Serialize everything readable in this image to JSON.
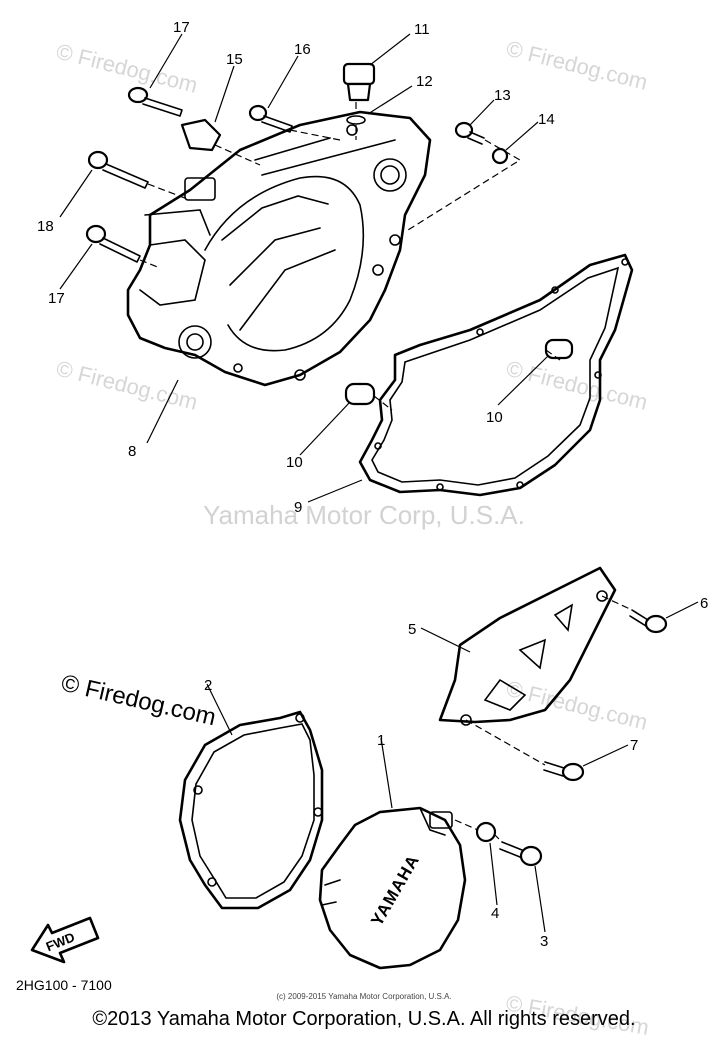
{
  "watermarks": {
    "site": "© Firedog.com",
    "center": "Yamaha Motor Corp, U.S.A."
  },
  "part_code": "2HG100 - 7100",
  "copyright_small": "(c) 2009-2015 Yamaha Motor Corporation, U.S.A.",
  "copyright_footer": "©2013 Yamaha Motor Corporation, U.S.A. All rights reserved.",
  "cover_brand": "YAMAHA",
  "fwd_label": "FWD",
  "callouts": {
    "c1": "1",
    "c2": "2",
    "c3": "3",
    "c4": "4",
    "c5": "5",
    "c6": "6",
    "c7": "7",
    "c8": "8",
    "c9": "9",
    "c10a": "10",
    "c10b": "10",
    "c11": "11",
    "c12": "12",
    "c13": "13",
    "c14": "14",
    "c15": "15",
    "c16": "16",
    "c17a": "17",
    "c17b": "17",
    "c18": "18"
  }
}
